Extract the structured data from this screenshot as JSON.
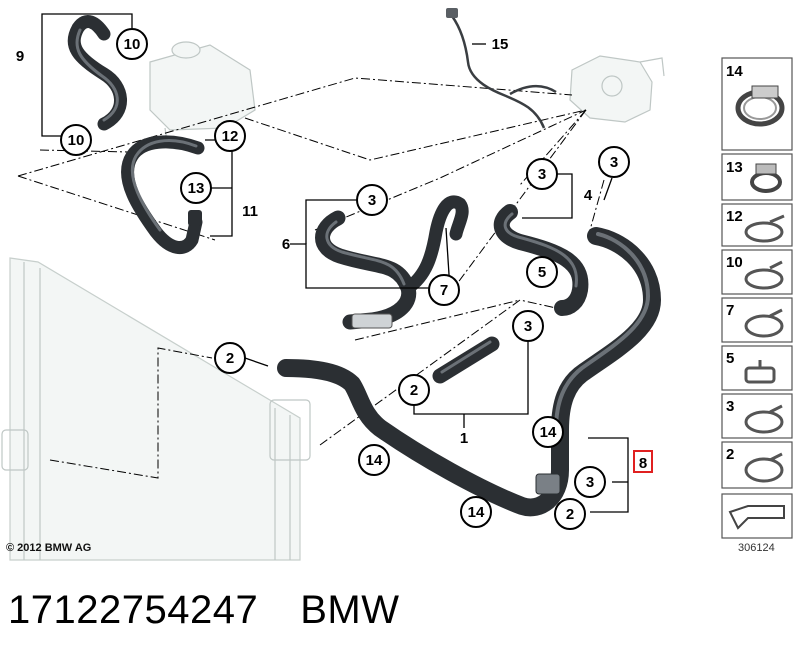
{
  "callouts": {
    "c1": "1",
    "c2a": "2",
    "c2b": "2",
    "c2c": "2",
    "c3a": "3",
    "c3b": "3",
    "c3c": "3",
    "c3d": "3",
    "c3e": "3",
    "c4": "4",
    "c5": "5",
    "c6": "6",
    "c7": "7",
    "c8": "8",
    "c9": "9",
    "c10a": "10",
    "c10b": "10",
    "c11": "11",
    "c12": "12",
    "c13": "13",
    "c14a": "14",
    "c14b": "14",
    "c14c": "14",
    "c15": "15"
  },
  "panel": {
    "items": [
      {
        "num": "14",
        "icon": "band-clamp-icon"
      },
      {
        "num": "13",
        "icon": "screw-clamp-icon"
      },
      {
        "num": "12",
        "icon": "spring-clip-icon"
      },
      {
        "num": "10",
        "icon": "spring-clip-icon"
      },
      {
        "num": "7",
        "icon": "spring-clip-icon"
      },
      {
        "num": "5",
        "icon": "pinch-clamp-icon"
      },
      {
        "num": "3",
        "icon": "spring-clip-icon"
      },
      {
        "num": "2",
        "icon": "spring-clip-icon"
      },
      {
        "num": "",
        "icon": "arrow-icon"
      }
    ]
  },
  "footer": {
    "copyright": "© 2012 BMW AG",
    "reference": "306124"
  },
  "caption": {
    "part_number": "17122754247",
    "brand": "BMW"
  },
  "colors": {
    "hose": "#2b2f33",
    "highlight_box": "#e02020",
    "radiator_ghost": "#bfc7c5"
  }
}
